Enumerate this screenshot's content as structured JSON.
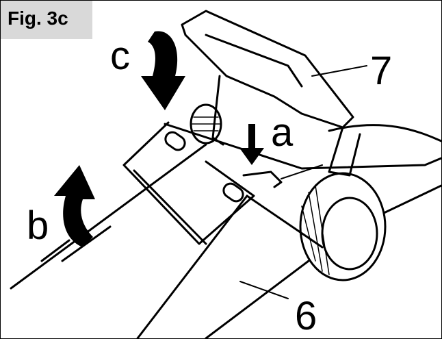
{
  "figure": {
    "label": "Fig. 3c"
  },
  "callouts": {
    "a": "a",
    "b": "b",
    "c": "c",
    "six": "6",
    "seven": "7"
  }
}
